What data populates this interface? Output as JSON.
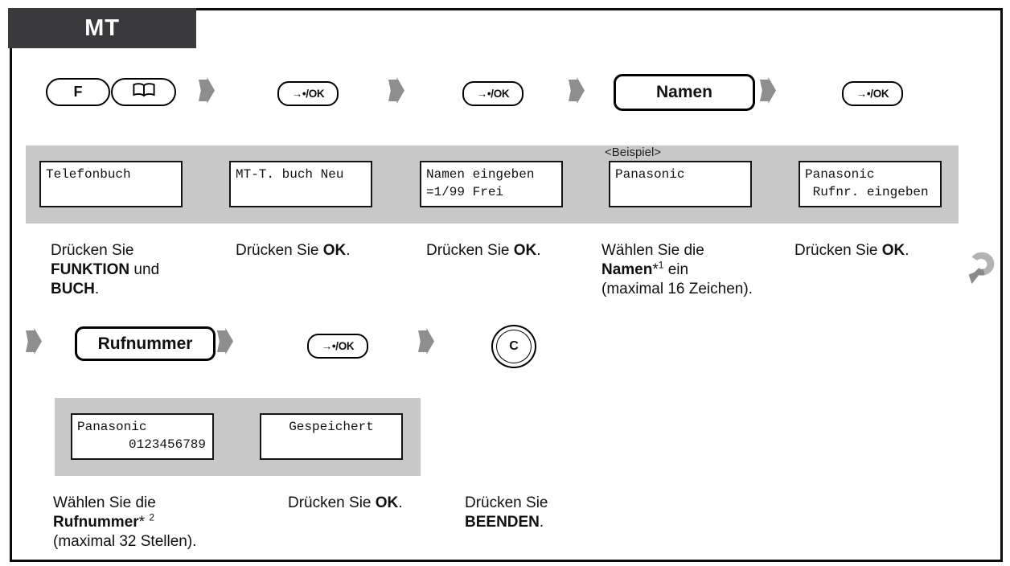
{
  "header": {
    "tab_label": "MT"
  },
  "palette": {
    "tab_bg": "#3a3a3c",
    "bar_bg": "#c8c8c8",
    "arrow_gray": "#8e8e8e",
    "swirl_light": "#b3b3b3",
    "swirl_dark": "#8a8a8a"
  },
  "icons": {
    "phonebook_key": "open-book-icon",
    "step": "right-block-arrow-icon",
    "continue": "curved-continue-arrow-icon"
  },
  "keys": {
    "f_label": "F",
    "ok_label": "→•/OK",
    "namen_label": "Namen",
    "rufnummer_label": "Rufnummer",
    "c_label": "C"
  },
  "row1": {
    "displays": [
      {
        "line1": "Telefonbuch",
        "line2": ""
      },
      {
        "line1": "MT-T. buch Neu",
        "line2": ""
      },
      {
        "line1": "Namen eingeben",
        "line2": "=1/99 Frei"
      },
      {
        "caption": "<Beispiel>",
        "line1": "Panasonic",
        "line2": ""
      },
      {
        "line1": "Panasonic",
        "line2": " Rufnr. eingeben"
      }
    ],
    "instructions": [
      [
        [
          {
            "t": "Drücken Sie"
          }
        ],
        [
          {
            "t": "FUNKTION",
            "b": true
          },
          {
            "t": " und"
          }
        ],
        [
          {
            "t": "BUCH",
            "b": true
          },
          {
            "t": "."
          }
        ]
      ],
      [
        [
          {
            "t": "Drücken Sie "
          },
          {
            "t": "OK",
            "b": true
          },
          {
            "t": "."
          }
        ]
      ],
      [
        [
          {
            "t": "Drücken Sie "
          },
          {
            "t": "OK",
            "b": true
          },
          {
            "t": "."
          }
        ]
      ],
      [
        [
          {
            "t": "Wählen Sie die"
          }
        ],
        [
          {
            "t": "Namen",
            "b": true
          },
          {
            "t": "*"
          },
          {
            "t": "1",
            "sup": true
          },
          {
            "t": " ein"
          }
        ],
        [
          {
            "t": "(maximal 16 Zeichen)."
          }
        ]
      ],
      [
        [
          {
            "t": "Drücken Sie "
          },
          {
            "t": "OK",
            "b": true
          },
          {
            "t": "."
          }
        ]
      ]
    ]
  },
  "row2": {
    "displays": [
      {
        "line1": "Panasonic",
        "line2": "0123456789"
      },
      {
        "line1": "Gespeichert",
        "line2": ""
      }
    ],
    "instructions": [
      [
        [
          {
            "t": "Wählen Sie die"
          }
        ],
        [
          {
            "t": "Rufnummer",
            "b": true
          },
          {
            "t": "* "
          },
          {
            "t": "2",
            "sup": true
          }
        ],
        [
          {
            "t": "(maximal 32 Stellen)."
          }
        ]
      ],
      [
        [
          {
            "t": "Drücken Sie "
          },
          {
            "t": "OK",
            "b": true
          },
          {
            "t": "."
          }
        ]
      ],
      [
        [
          {
            "t": "Drücken Sie"
          }
        ],
        [
          {
            "t": "BEENDEN",
            "b": true
          },
          {
            "t": "."
          }
        ]
      ]
    ]
  }
}
